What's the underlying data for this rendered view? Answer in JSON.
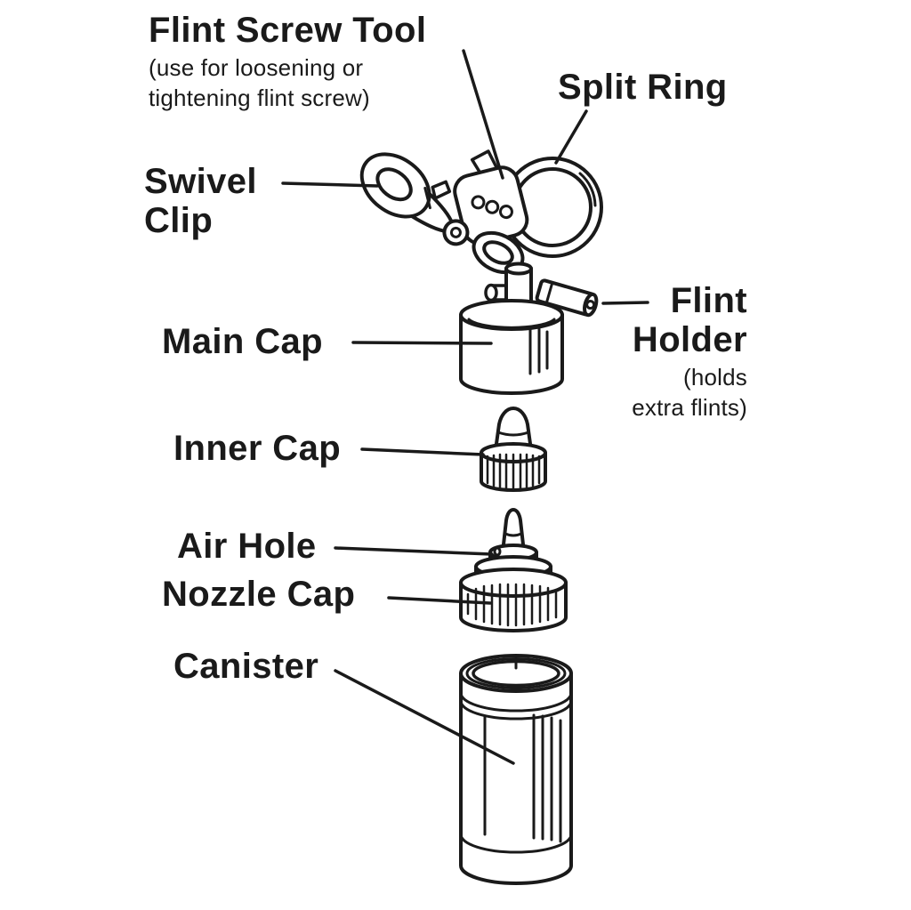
{
  "colors": {
    "ink": "#1a1a1a",
    "background": "#ffffff"
  },
  "labels": {
    "flint_screw_tool": {
      "title": "Flint Screw Tool",
      "note_line1": "(use for loosening or",
      "note_line2": "tightening flint screw)"
    },
    "split_ring": {
      "title": "Split Ring"
    },
    "swivel_clip": {
      "line1": "Swivel",
      "line2": "Clip"
    },
    "main_cap": {
      "title": "Main Cap"
    },
    "flint_holder": {
      "line1": "Flint",
      "line2": "Holder",
      "note_line1": "(holds",
      "note_line2": "extra flints)"
    },
    "inner_cap": {
      "title": "Inner Cap"
    },
    "air_hole": {
      "title": "Air Hole"
    },
    "nozzle_cap": {
      "title": "Nozzle Cap"
    },
    "canister": {
      "title": "Canister"
    }
  }
}
